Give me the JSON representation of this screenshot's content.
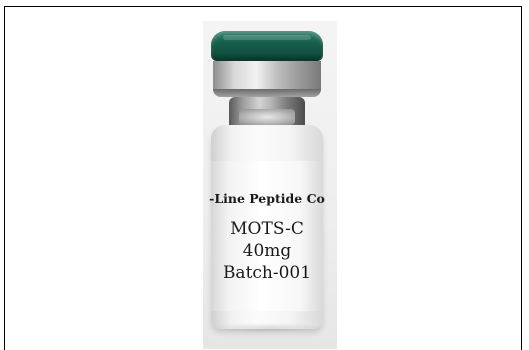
{
  "image": {
    "subject": "vial-photo",
    "label": {
      "company": "-Line Peptide Co",
      "product": "MOTS-C",
      "dose": "40mg",
      "batch": "Batch-001"
    },
    "colors": {
      "cap": "#155c49",
      "crimp": "#bdbdbd",
      "frame_border": "#000000"
    }
  }
}
